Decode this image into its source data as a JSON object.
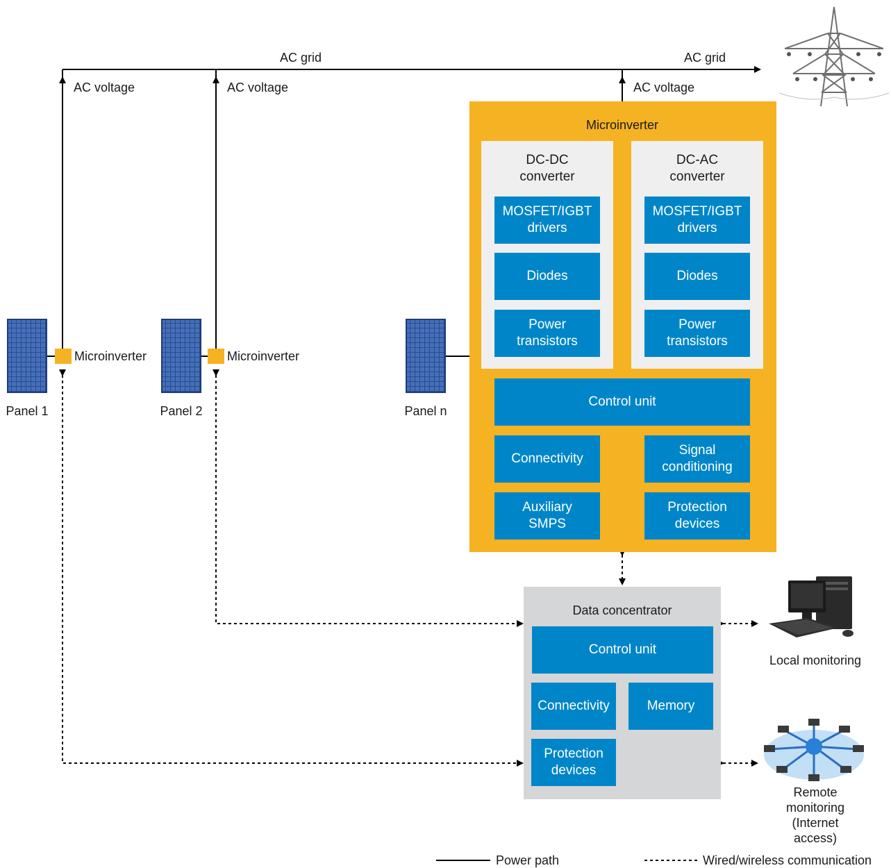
{
  "grid": {
    "label_left": "AC grid",
    "label_right": "AC grid",
    "ac_voltage_1": "AC voltage",
    "ac_voltage_2": "AC voltage",
    "ac_voltage_3": "AC voltage"
  },
  "panels": [
    {
      "label": "Panel 1",
      "microinverter_label": "Microinverter"
    },
    {
      "label": "Panel 2",
      "microinverter_label": "Microinverter"
    },
    {
      "label": "Panel n"
    }
  ],
  "microinverter": {
    "title": "Microinverter",
    "dcdc": {
      "title": "DC-DC\nconverter",
      "drivers": "MOSFET/IGBT\ndrivers",
      "diodes": "Diodes",
      "transistors": "Power\ntransistors"
    },
    "dcac": {
      "title": "DC-AC\nconverter",
      "drivers": "MOSFET/IGBT\ndrivers",
      "diodes": "Diodes",
      "transistors": "Power\ntransistors"
    },
    "control_unit": "Control unit",
    "connectivity": "Connectivity",
    "signal_conditioning": "Signal\nconditioning",
    "auxiliary_smps": "Auxiliary\nSMPS",
    "protection_devices": "Protection\ndevices"
  },
  "data_concentrator": {
    "title": "Data concentrator",
    "control_unit": "Control unit",
    "connectivity": "Connectivity",
    "memory": "Memory",
    "protection_devices": "Protection\ndevices"
  },
  "monitoring": {
    "local": "Local monitoring",
    "remote": "Remote monitoring\n(Internet access)"
  },
  "legend": {
    "power_path": "Power path",
    "communication": "Wired/wireless communication"
  },
  "icons": [
    "solar-panel-icon",
    "power-pylon-icon",
    "desktop-computer-icon",
    "network-globe-icon"
  ],
  "colors": {
    "microinverter_bg": "#f5b223",
    "block_blue": "#0086c8",
    "converter_bg": "#efefef",
    "concentrator_bg": "#d5d6d8"
  }
}
